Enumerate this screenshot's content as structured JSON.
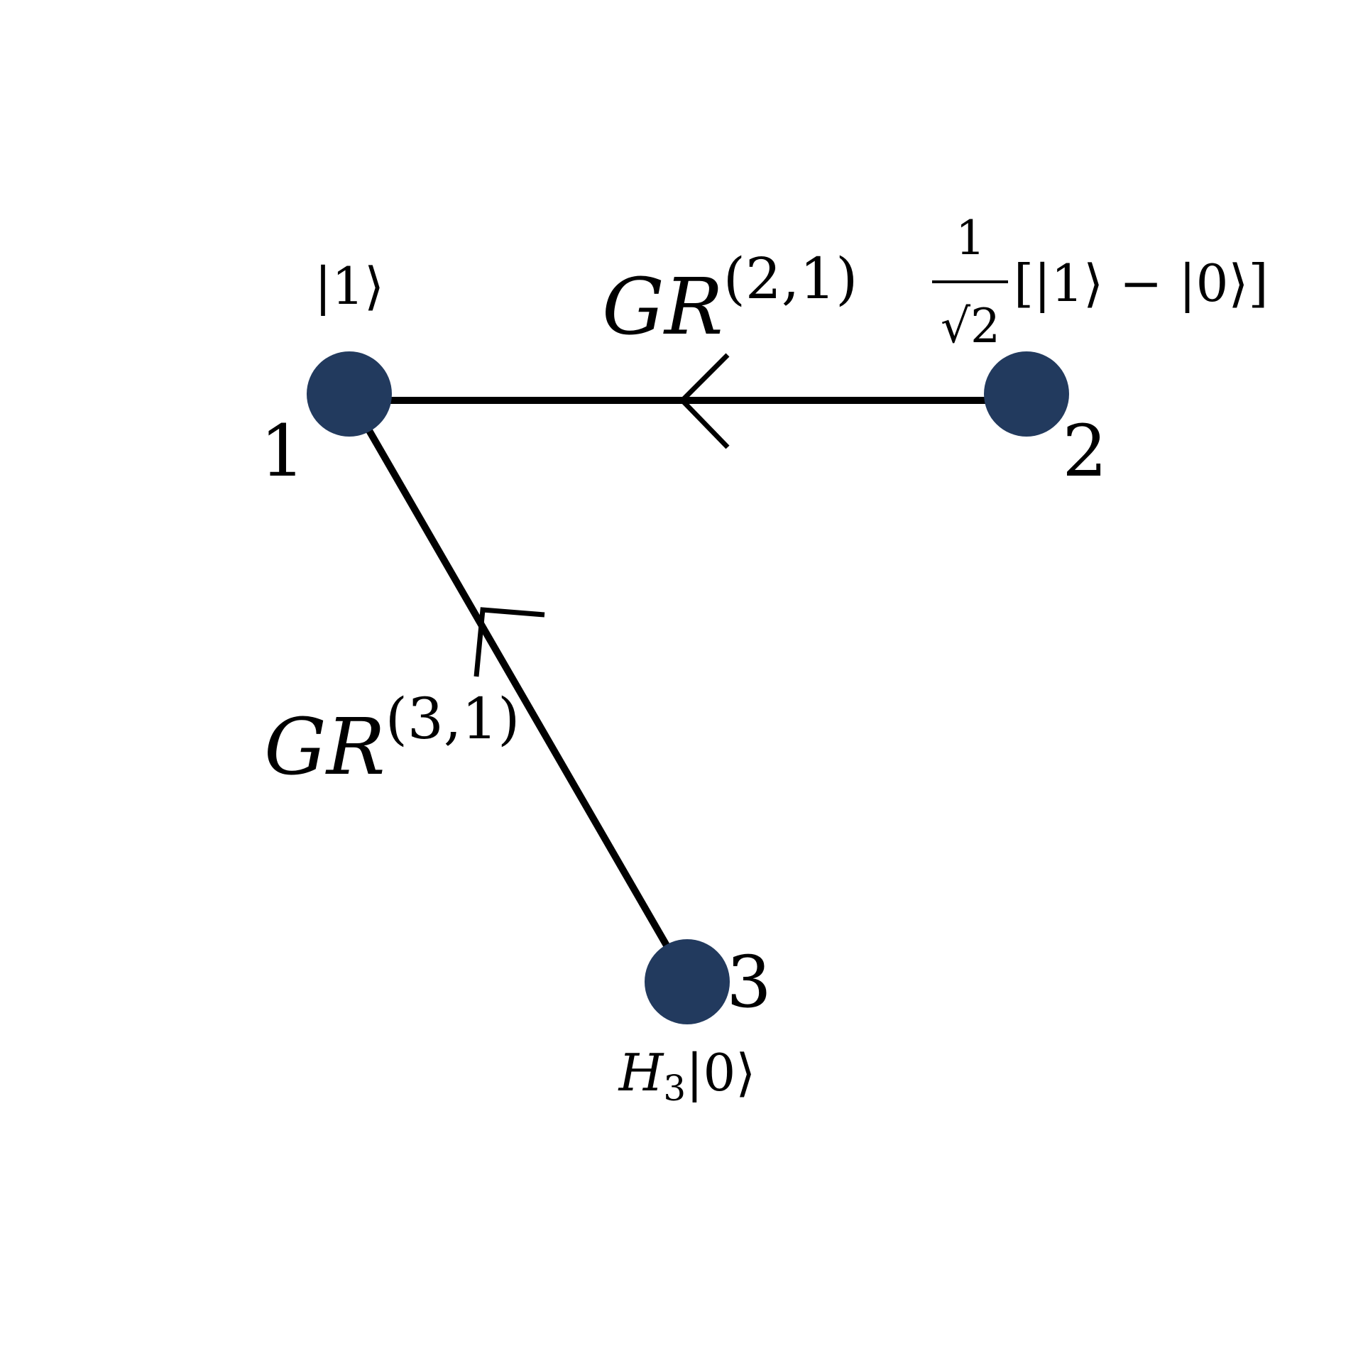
{
  "colors": {
    "node": "#223a5e",
    "edge": "#000000",
    "background": "#ffffff"
  },
  "nodes": [
    {
      "id": "1",
      "label": "1",
      "state": "|1⟩"
    },
    {
      "id": "2",
      "label": "2",
      "state_prefix": "1",
      "state_denominator": "√2",
      "state_suffix": "[|1⟩ − |0⟩]"
    },
    {
      "id": "3",
      "label": "3",
      "state_op": "H",
      "state_op_sub": "3",
      "state_ket": "|0⟩"
    }
  ],
  "edges": [
    {
      "from": "2",
      "to": "1",
      "gate": "GR",
      "gate_sup": "(2,1)"
    },
    {
      "from": "3",
      "to": "1",
      "gate": "GR",
      "gate_sup": "(3,1)"
    }
  ]
}
